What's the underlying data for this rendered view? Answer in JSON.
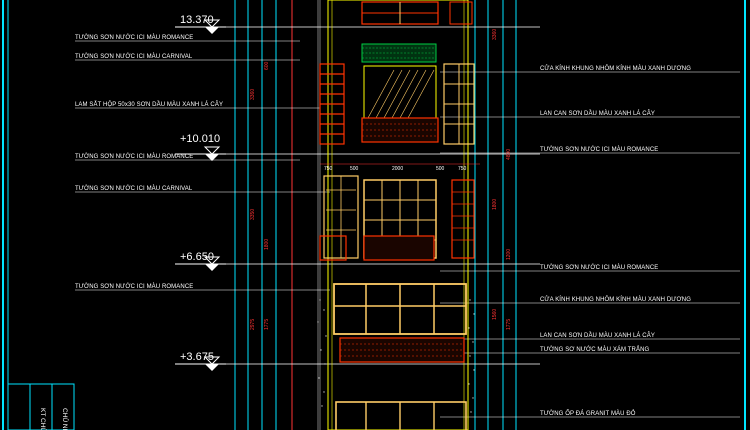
{
  "levels": [
    "13.370",
    "+10.010",
    "+6.650",
    "+3.675"
  ],
  "notes_left": [
    "TƯỜNG SƠN NƯỚC ICI MÀU ROMANCE",
    "TƯỜNG SƠN NƯỚC ICI MÀU CARNIVAL",
    "LAM SẮT HỘP 50x30 SƠN DẦU MÀU XANH  LÁ CÂY",
    "TƯỜNG SƠN NƯỚC ICI MÀU ROMANCE",
    "TƯỜNG SƠN NƯỚC ICI MÀU CARNIVAL",
    "TƯỜNG SƠN NƯỚC ICI MÀU ROMANCE"
  ],
  "notes_right": [
    "CỬA KÍNH KHUNG NHÔM KÍNH MÀU XANH DƯƠNG",
    "LAN CAN SƠN DẦU MÀU XANH  LÁ CÂY",
    "TƯỜNG SƠN NƯỚC ICI MÀU ROMANCE",
    "TƯỜNG SƠN NƯỚC ICI MÀU ROMANCE",
    "CỬA KÍNH KHUNG NHÔM KÍNH MÀU XANH DƯƠNG",
    "LAN CAN SƠN DẦU MÀU XANH  LÁ CÂY",
    "TƯỜNG SƠ NƯỚC MÀU XÁM TRẮNG",
    "TƯỜNG ỐP ĐÁ GRANIT MÀU ĐỎ"
  ],
  "dims_top": [
    "750",
    "500",
    "2000",
    "500",
    "750"
  ],
  "dims_left": [
    "3360",
    "3350",
    "2975",
    "1775",
    "600",
    "1800"
  ],
  "dims_right": [
    "3360",
    "1800",
    "1560",
    "4800",
    "1200",
    "1775"
  ],
  "title_block": [
    "KT CHỦ TRÌ",
    "CHỦ NHIỆM"
  ],
  "colors": {
    "background": "#000000",
    "frame": "#00e5ff",
    "wall": "#ffff00",
    "railing": "#ff3300",
    "door": "#ffcc66",
    "hatch": "#00cc44",
    "dimension": "#ff3333"
  }
}
